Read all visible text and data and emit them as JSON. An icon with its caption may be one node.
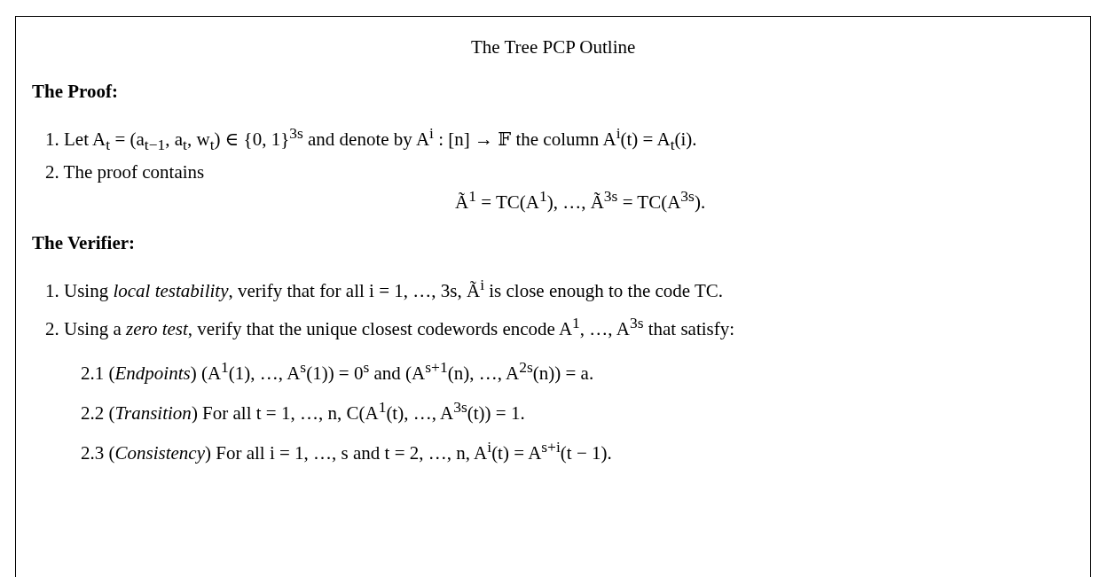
{
  "diagram": {
    "nodes": [
      {
        "text": [
          "The Tree PCP Outline",
          "The Proof:",
          "1. Let A$_{t}$ = (a$_{t−1}$, a$_{t}$, w$_{t}$) ∈ {0, 1}$^{3s}$ and denote by A$^{i}$ : [n] → 𝔽 the column A$^{i}$(t) = A$_{t}$(i).",
          "2. The proof contains",
          "Ã$^{1}$ = TC(A$^{1}$), …, Ã$^{3s}$ = TC(A$^{3s}$).",
          "The Verifier:",
          "1. Using *local testability*, verify that for all i = 1, …, 3s, Ã$^{i}$ is close enough to the code TC.",
          "2. Using a *zero test*, verify that the unique closest codewords encode A$^{1}$, …, A$^{3s}$ that satisfy:",
          "2.1 (*Endpoints*) (A$^{1}$(1), …, A$^{s}$(1)) = 0$^{s}$ and (A$^{s+1}$(n), …, A$^{2s}$(n)) = a.",
          "2.2 (*Transition*) For all t = 1, …, n, C(A$^{1}$(t), …, A$^{3s}$(t)) = 1.",
          "2.3 (*Consistency*) For all i = 1, …, s and t = 2, …, n, A$^{i}$(t) = A$^{s+i}$(t − 1)."
        ]
      }
    ]
  }
}
